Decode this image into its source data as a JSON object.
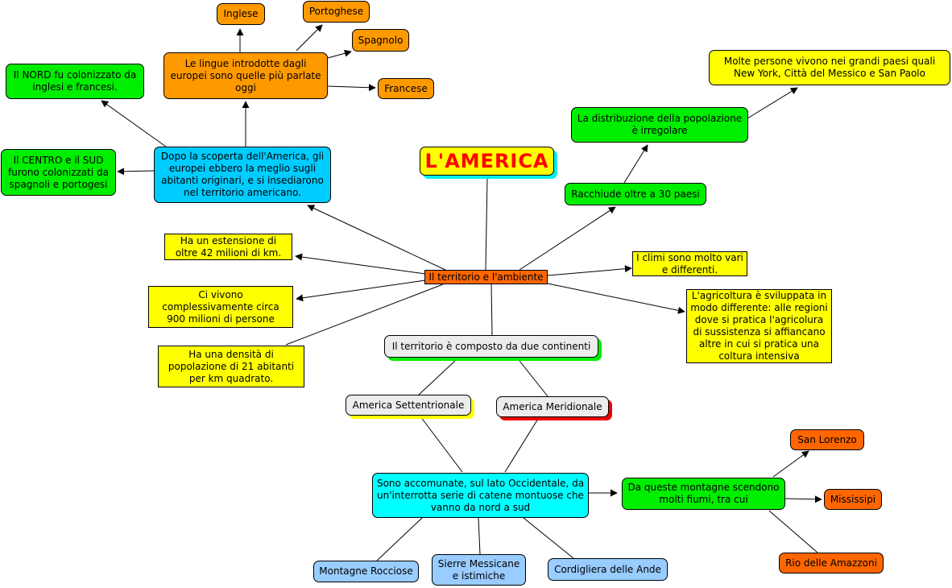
{
  "title": "L'AMERICA",
  "nodes": {
    "territorio": "Il territorio e l'ambiente",
    "lingue": "Le lingue introdotte dagli europei sono quelle più parlate oggi",
    "inglese": "Inglese",
    "portoghese": "Portoghese",
    "spagnolo": "Spagnolo",
    "francese": "Francese",
    "nord": "Il NORD fu colonizzato da inglesi e francesi.",
    "centro_sud": "Il CENTRO e il SUD furono colonizzati da spagnoli e portogesi",
    "scoperta": "Dopo la scoperta dell'America, gli europei ebbero la meglio sugli abitanti originari, e si insediarono nel territorio americano.",
    "molte_persone": "Molte persone vivono nei grandi paesi quali New York, Città del Messico e San Paolo",
    "distribuzione": "La distribuzione della popolazione è irregolare",
    "racchiude": "Racchiude oltre a 30 paesi",
    "estensione": "Ha un estensione di oltre 42 milioni di km.",
    "ci_vivono": "Ci vivono complessivamente circa 900 milioni di persone",
    "densita": "Ha una densità di popolazione di 21 abitanti per km quadrato.",
    "climi": "I climi sono molto vari e differenti.",
    "agricoltura": "L'agricoltura è sviluppata in modo differente: alle regioni dove si pratica l'agricolura di sussistenza si affiancano altre in cui si pratica una coltura intensiva",
    "due_continenti": "Il territorio è composto da due continenti",
    "settentrionale": "America Settentrionale",
    "meridionale": "America Meridionale",
    "accomunate": "Sono accomunate, sul lato Occidentale, da un'interrotta serie di catene montuose che vanno da nord a sud",
    "fiumi": "Da queste montagne scendono molti fiumi, tra cui",
    "san_lorenzo": "San Lorenzo",
    "mississipi": "Mississipi",
    "amazzoni": "Rio delle Amazzoni",
    "rocciose": "Montagne Rocciose",
    "sierre": "Sierre Messicane e istimiche",
    "ande": "Cordigliera delle Ande"
  },
  "colors": {
    "orange": "#ff9900",
    "green": "#00ee00",
    "blue": "#00ccff",
    "cyan": "#00ffff",
    "yellow": "#ffff00",
    "red_orange": "#ff6600",
    "light_blue": "#99ccff",
    "title_text": "#ff0000"
  }
}
